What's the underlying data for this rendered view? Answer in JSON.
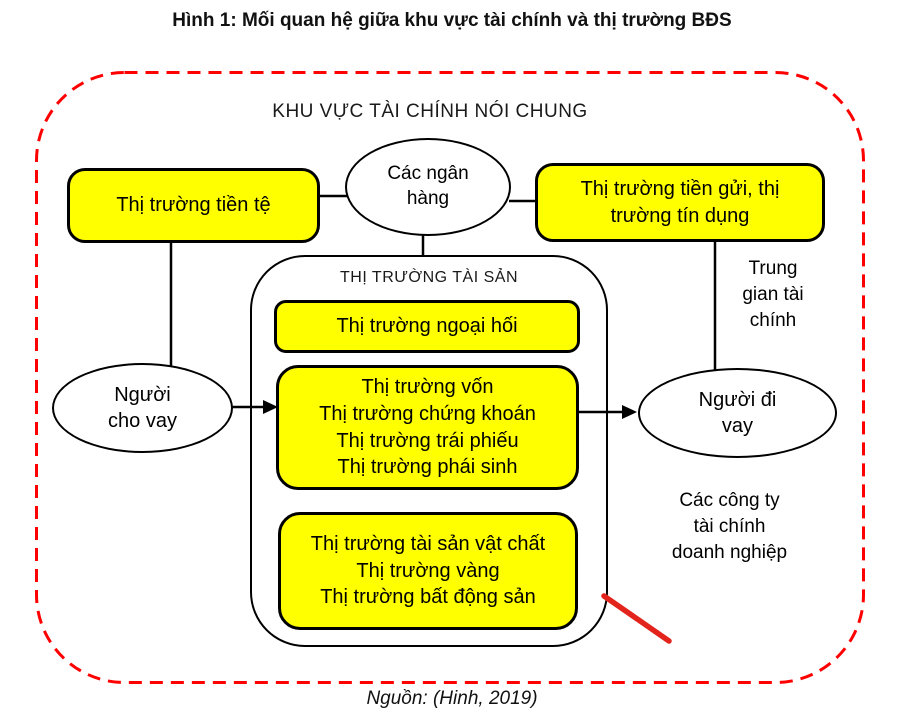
{
  "title": "Hình 1: Mối quan hệ giữa khu vực tài chính và thị trường BĐS",
  "caption": "Nguồn: (Hinh, 2019)",
  "diagram": {
    "region_label": "KHU VỰC TÀI CHÍNH NÓI CHUNG",
    "asset_container_label": "THỊ TRƯỜNG TÀI SẢN",
    "nodes": {
      "money_market": "Thị trường tiền tệ",
      "banks": "Các ngân\nhàng",
      "deposit_credit_market": "Thị trường tiền gửi, thị\ntrường tín dụng",
      "forex_market": "Thị trường ngoại hối",
      "capital_markets": "Thị trường vốn\nThị trường chứng khoán\nThị trường trái phiếu\nThị trường phái sinh",
      "physical_asset_markets": "Thị trường tài sản vật chất\nThị trường vàng\nThị trường bất động sản",
      "lender": "Người\ncho vay",
      "borrower": "Người đi\nvay"
    },
    "annotations": {
      "financial_intermediary": "Trung\ngian  tài\nchính",
      "finance_companies": "Các công ty\ntài chính\ndoanh nghiệp"
    }
  },
  "colors": {
    "node_fill": "#ffff00",
    "outline": "#000000",
    "dashed_border": "#ff0000",
    "red_marker_line": "#e3241c"
  }
}
